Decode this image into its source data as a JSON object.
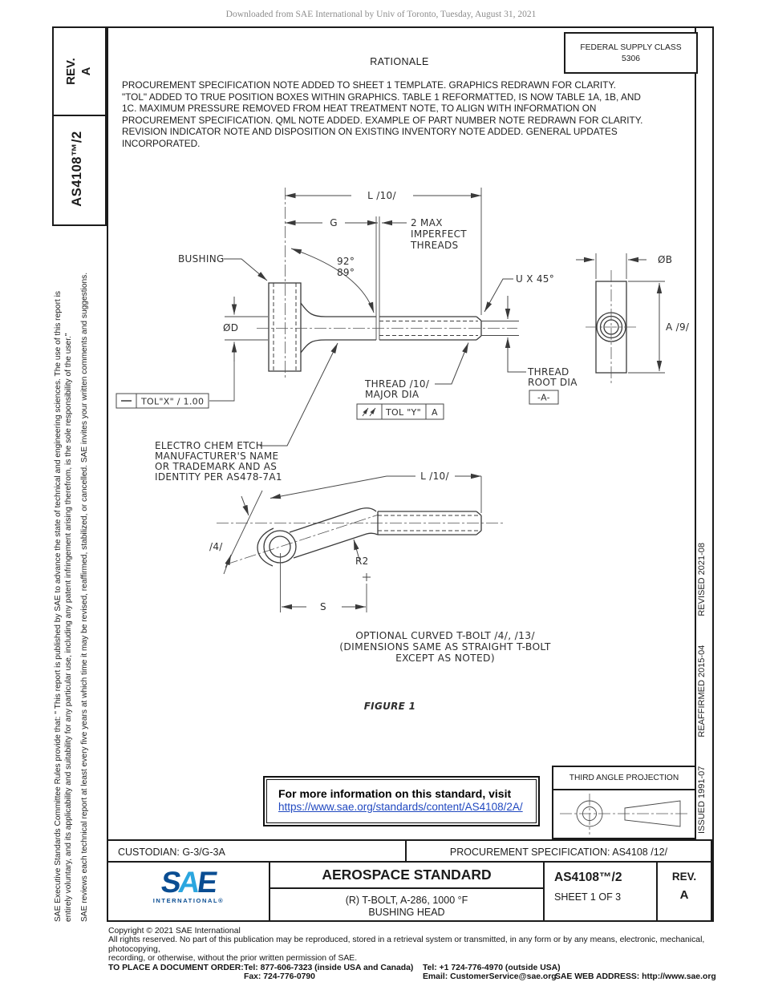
{
  "watermark": "Downloaded from SAE International by Univ of Toronto, Tuesday, August 31, 2021",
  "sidebar": {
    "rev_label": "REV.",
    "rev_value": "A",
    "doc_number": "AS4108™/2",
    "legal_1a": "SAE Executive Standards Committee Rules provide that: \" This report is published by SAE to advance the state of technical and engineering sciences. The use of this report is",
    "legal_1b": "entirely voluntary, and its applicability and suitability for any particular use, including any patent infringement arising therefrom, is the sole responsibility of the user.\"",
    "legal_2": "SAE reviews each technical report at least every five years at which time it may be revised, reaffirmed, stabilized, or cancelled. SAE invites your written comments and suggestions."
  },
  "header": {
    "fsc_label": "FEDERAL SUPPLY CLASS",
    "fsc_value": "5306",
    "rationale_title": "RATIONALE",
    "rationale_lines": [
      "PROCUREMENT SPECIFICATION NOTE ADDED TO SHEET 1 TEMPLATE. GRAPHICS REDRAWN FOR CLARITY.",
      "\"TOL\" ADDED TO TRUE POSITION BOXES WITHIN GRAPHICS. TABLE 1 REFORMATTED, IS NOW TABLE 1A, 1B, AND",
      "1C. MAXIMUM PRESSURE REMOVED FROM HEAT TREATMENT NOTE, TO ALIGN WITH INFORMATION ON",
      "PROCUREMENT SPECIFICATION. QML NOTE ADDED. EXAMPLE OF PART NUMBER NOTE REDRAWN FOR CLARITY.",
      "REVISION INDICATOR NOTE AND DISPOSITION ON EXISTING INVENTORY NOTE ADDED. GENERAL UPDATES",
      "INCORPORATED."
    ]
  },
  "drawing": {
    "dim_L": "L /10/",
    "dim_G": "G",
    "imperfect_1": "2 MAX",
    "imperfect_2": "IMPERFECT",
    "imperfect_3": "THREADS",
    "bushing": "BUSHING",
    "angle_1": "92°",
    "angle_2": "89°",
    "dia_d": "ØD",
    "chamfer": "U X 45°",
    "dia_b": "ØB",
    "dim_A": "A  /9/",
    "thread_root_1": "THREAD",
    "thread_root_2": "ROOT DIA",
    "datum": "-A-",
    "thread_major_1": "THREAD /10/",
    "thread_major_2": "MAJOR DIA",
    "fcf_straight": "TOL\"X\" / 1.00",
    "fcf_runout_tol": "TOL \"Y\"",
    "fcf_runout_datum": "A",
    "ece_1": "ELECTRO CHEM ETCH",
    "ece_2": "MANUFACTURER'S NAME",
    "ece_3": "OR TRADEMARK AND AS",
    "ece_4": "IDENTITY PER AS478-7A1",
    "dim_L2": "L /10/",
    "note_4": "/4/",
    "radius": "R2",
    "dim_S": "S",
    "caption_1": "OPTIONAL CURVED  T-BOLT /4/, /13/",
    "caption_2": "(DIMENSIONS SAME AS STRAIGHT T-BOLT",
    "caption_3": "EXCEPT AS NOTED)",
    "figure": "FIGURE 1"
  },
  "info_box": {
    "line1": "For more information on this standard, visit",
    "link": "https://www.sae.org/standards/content/AS4108/2A/"
  },
  "projection": {
    "label": "THIRD ANGLE PROJECTION"
  },
  "revision_history": {
    "issued": "ISSUED 1991-07",
    "reaffirmed": "REAFFIRMED 2015-04",
    "revised": "REVISED 2021-08"
  },
  "title_block": {
    "custodian": "CUSTODIAN: G-3/G-3A",
    "procurement": "PROCUREMENT SPECIFICATION: AS4108 /12/",
    "standard_type": "AEROSPACE STANDARD",
    "title_line1": "(R) T-BOLT, A-286, 1000 °F",
    "title_line2": "BUSHING HEAD",
    "doc_number": "AS4108™/2",
    "sheet": "SHEET 1 OF 3",
    "rev_label": "REV.",
    "rev_value": "A",
    "logo_s": "S",
    "logo_a": "A",
    "logo_e": "E",
    "logo_sub": "INTERNATIONAL®"
  },
  "footer": {
    "copyright": "Copyright © 2021 SAE International",
    "rights_1": "All rights reserved. No part of this publication may be reproduced, stored in a retrieval system or transmitted, in any form or by any means, electronic, mechanical, photocopying,",
    "rights_2": "recording, or otherwise, without the prior written permission of SAE.",
    "order_label": "TO PLACE A DOCUMENT ORDER:",
    "tel_inside": "Tel: 877-606-7323 (inside USA and Canada)",
    "tel_outside": "Tel: +1 724-776-4970 (outside USA)",
    "fax": "Fax: 724-776-0790",
    "email": "Email: CustomerService@sae.org",
    "web": "SAE WEB ADDRESS: http://www.sae.org"
  }
}
